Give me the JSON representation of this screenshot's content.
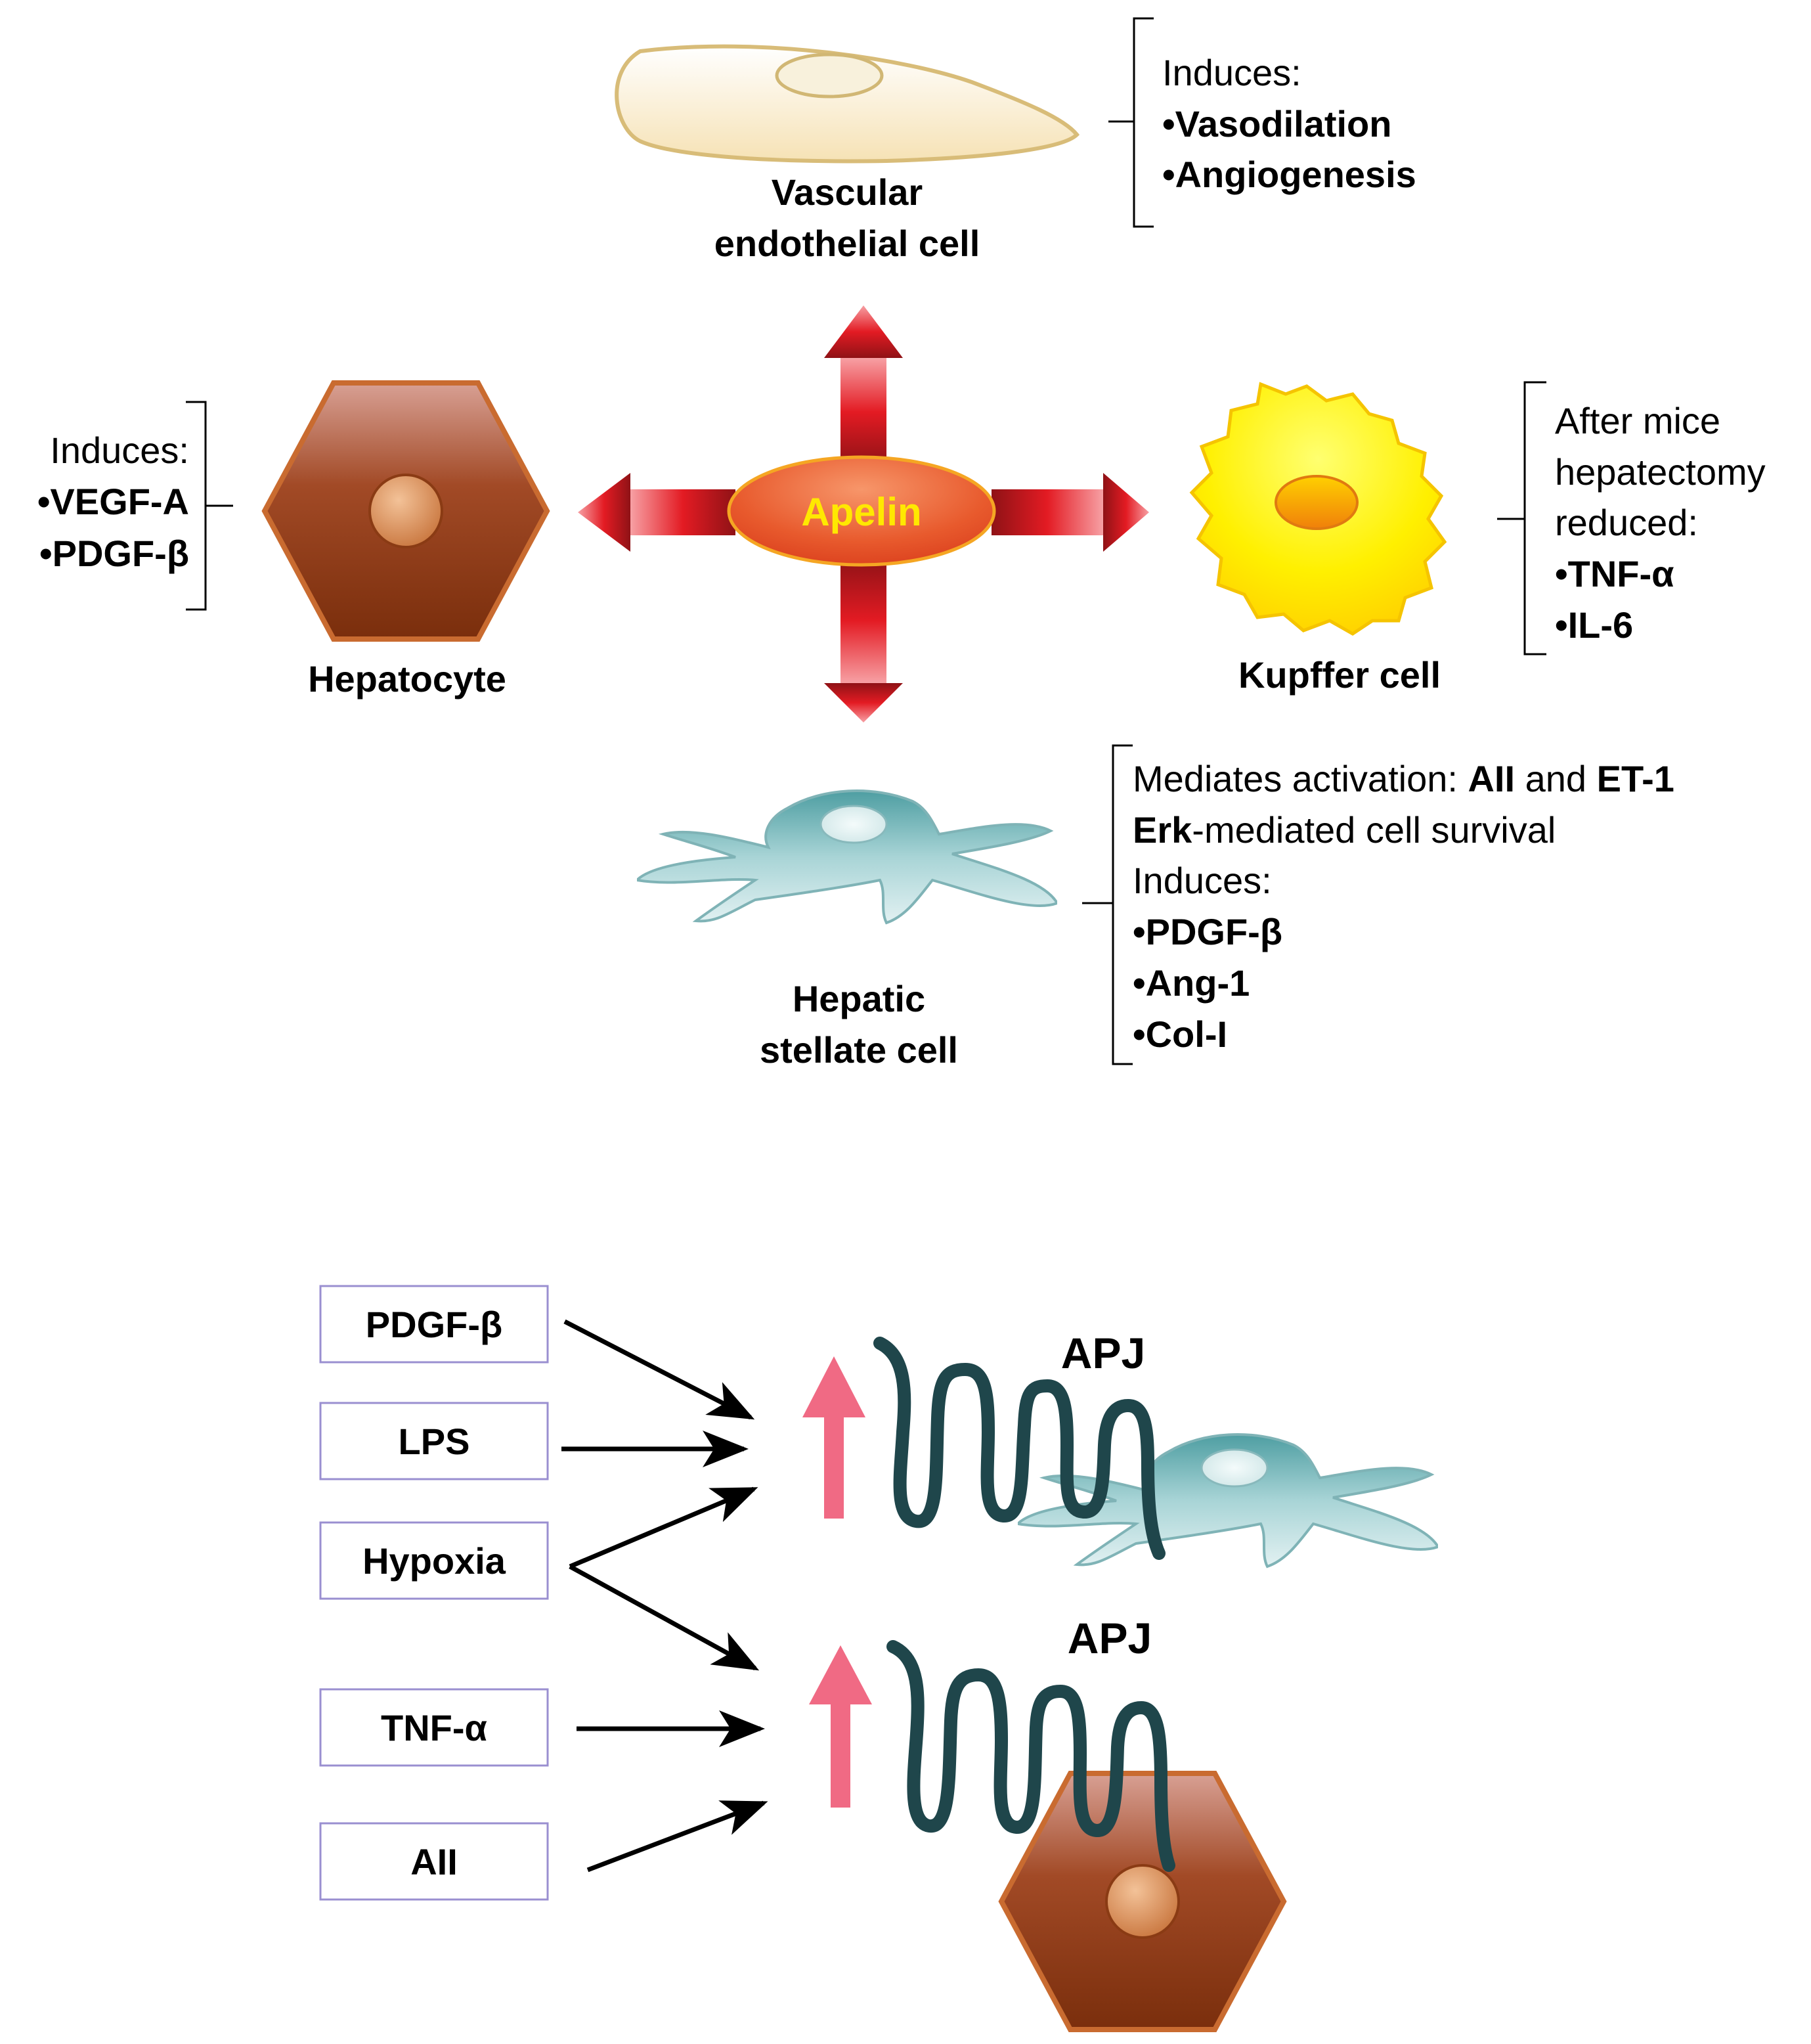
{
  "center": {
    "label": "Apelin"
  },
  "cells": {
    "endothelial": {
      "line1": "Vascular",
      "line2": "endothelial cell"
    },
    "hepatocyte": {
      "label": "Hepatocyte"
    },
    "kupffer": {
      "label": "Kupffer cell"
    },
    "stellate": {
      "line1": "Hepatic",
      "line2": "stellate cell"
    }
  },
  "effects": {
    "endothelial": {
      "header": "Induces:",
      "items": [
        "•Vasodilation",
        "•Angiogenesis"
      ]
    },
    "hepatocyte": {
      "header": "Induces:",
      "items": [
        "•VEGF-A",
        "•PDGF-β"
      ]
    },
    "kupffer": {
      "lines": [
        "After mice",
        "hepatectomy",
        "reduced:"
      ],
      "items": [
        "•TNF-α",
        "•IL-6"
      ]
    },
    "stellate": {
      "line1": {
        "a": "Mediates activation: ",
        "b": "AII",
        "c": " and ",
        "d": "ET-1"
      },
      "line2": {
        "a": "Erk",
        "b": "-mediated cell survival"
      },
      "header": "Induces:",
      "items": [
        "•PDGF-β",
        "•Ang-1",
        "•Col-I"
      ]
    }
  },
  "stimuli": [
    "PDGF-β",
    "LPS",
    "Hypoxia",
    "TNF-α",
    "AII"
  ],
  "receptors": {
    "upper": "APJ",
    "lower": "APJ"
  },
  "colors": {
    "apelin_ellipse": "#e8402a",
    "apelin_text": "#ffe800",
    "arrow_red": "#e31b23",
    "hepatocyte": "#8c3a14",
    "kupffer": "#ffee00",
    "stellate": "#5aa8ab",
    "endothelial": "#fbeed0",
    "up_arrow": "#f06a84",
    "apj_receptor": "#1f464b",
    "stimulus_border": "#9a8fd0"
  }
}
